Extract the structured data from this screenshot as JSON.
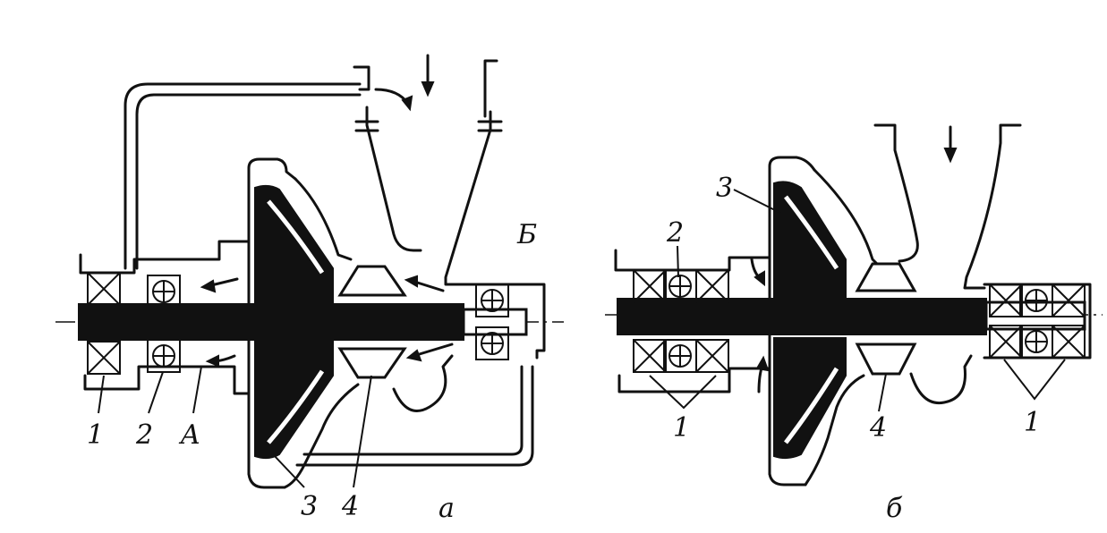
{
  "panel_a": {
    "caption": "а",
    "labels": {
      "l1": "1",
      "l2": "2",
      "lA": "A",
      "lB": "Б",
      "l3": "3",
      "l4": "4"
    }
  },
  "panel_b": {
    "caption": "б",
    "labels": {
      "l1a": "1",
      "l1b": "1",
      "l2": "2",
      "l3": "3",
      "l4": "4"
    }
  }
}
